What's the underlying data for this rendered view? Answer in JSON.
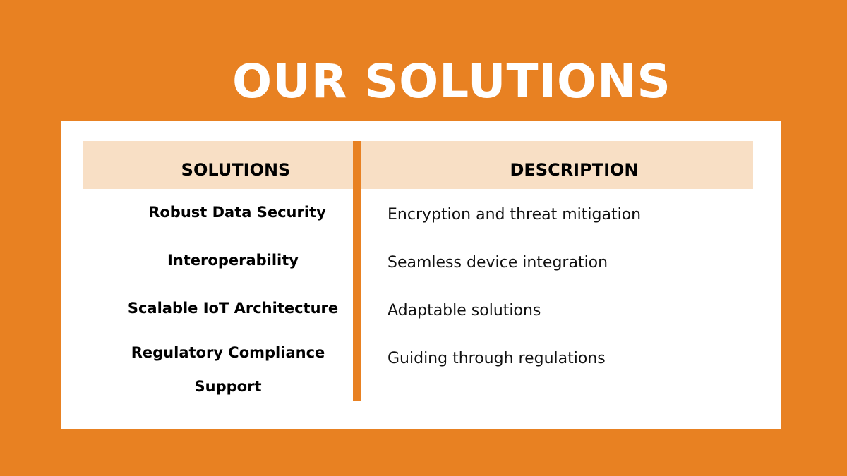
{
  "title": "OUR SOLUTIONS",
  "colors": {
    "background": "#E88122",
    "header_band": "#F8DFC5",
    "card": "#FFFFFF"
  },
  "table": {
    "headers": [
      "SOLUTIONS",
      "DESCRIPTION"
    ],
    "rows": [
      {
        "solution": "Robust Data Security",
        "description": "Encryption and threat mitigation"
      },
      {
        "solution": "Interoperability",
        "description": "Seamless device integration"
      },
      {
        "solution": "Scalable IoT Architecture",
        "description": "Adaptable solutions"
      },
      {
        "solution": "Regulatory Compliance Support",
        "description": "Guiding through regulations"
      }
    ]
  }
}
